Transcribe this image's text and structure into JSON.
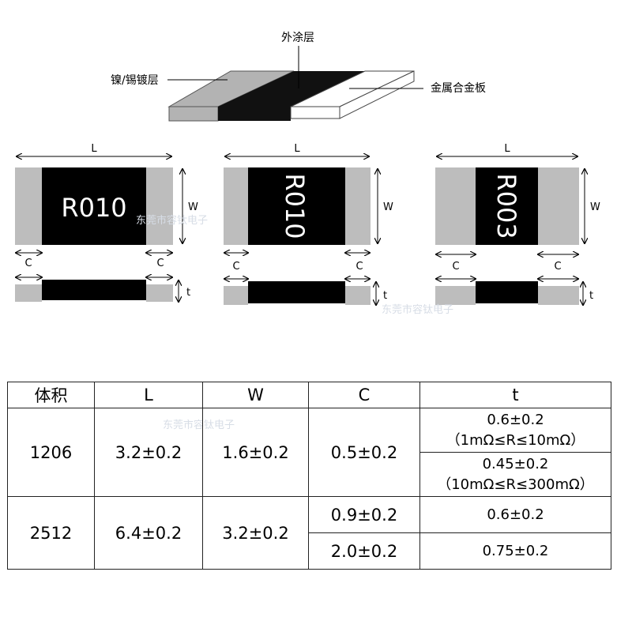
{
  "layers": {
    "outer_coating": "外涂层",
    "plating": "镍/锡镀层",
    "alloy_plate": "金属合金板"
  },
  "chips": [
    {
      "marking": "R010"
    },
    {
      "marking": "R010"
    },
    {
      "marking": "R003"
    }
  ],
  "dims": {
    "L": "L",
    "W": "W",
    "C": "C",
    "t": "t"
  },
  "watermark": "东莞市容钛电子",
  "table": {
    "headers": [
      "体积",
      "L",
      "W",
      "C",
      "t"
    ],
    "rows": [
      {
        "size": "1206",
        "L": "3.2±0.2",
        "W": "1.6±0.2",
        "C": "0.5±0.2",
        "t1": "0.6±0.2",
        "t1_note": "（1mΩ≤R≤10mΩ）",
        "t2": "0.45±0.2",
        "t2_note": "（10mΩ≤R≤300mΩ）"
      },
      {
        "size": "2512",
        "L": "6.4±0.2",
        "W": "3.2±0.2",
        "C1": "0.9±0.2",
        "t1": "0.6±0.2",
        "C2": "2.0±0.2",
        "t2": "0.75±0.2"
      }
    ]
  }
}
